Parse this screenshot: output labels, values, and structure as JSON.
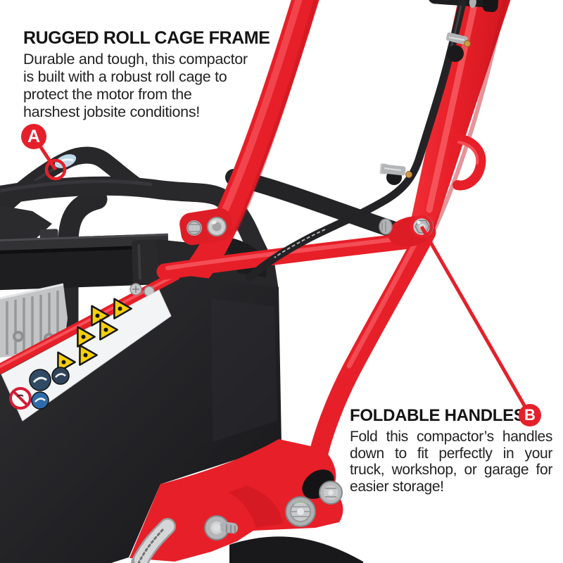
{
  "page": {
    "kind": "product-feature-infographic",
    "product": "plate compactor",
    "background": "#ffffff"
  },
  "colors": {
    "accent_red": "#e5202a",
    "machine_red": "#e71f28",
    "machine_black": "#232325",
    "machine_silver": "#c3c5c7",
    "warning_yellow": "#f6cf06",
    "heading_text": "#141414",
    "body_text": "#232323"
  },
  "callouts": {
    "roll_cage": {
      "marker": "A",
      "heading": "RUGGED ROLL CAGE FRAME",
      "lines": [
        "Durable and tough, this compactor",
        "is built with a robust roll cage to",
        "protect the motor from the",
        "harshest jobsite conditions!"
      ]
    },
    "foldable_handles": {
      "marker": "B",
      "heading": "FOLDABLE HANDLES",
      "lines": [
        "Fold this compactor’s handles",
        "down to fit perfectly in your",
        "truck, workshop, or garage for",
        "easier storage!"
      ]
    }
  }
}
